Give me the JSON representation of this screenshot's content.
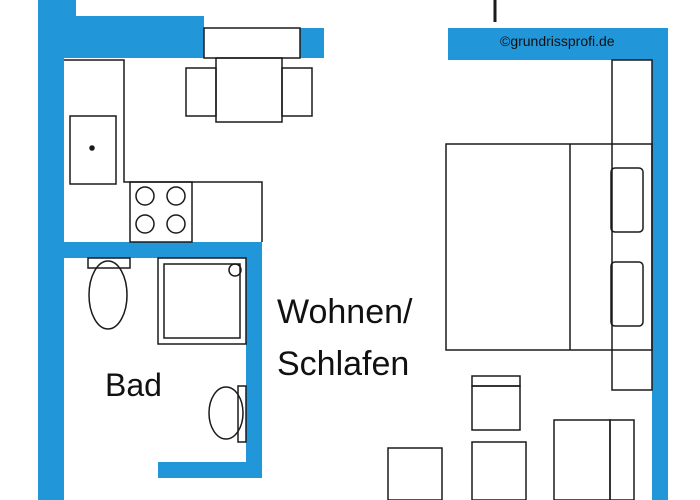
{
  "plan": {
    "wall_color": "#2196d9",
    "line_color": "#1a1a1a",
    "rooms": {
      "living_label_line1": "Wohnen/",
      "living_label_line2": "Schlafen",
      "bath_label": "Bad"
    },
    "copyright": "©grundrissprofi.de"
  }
}
